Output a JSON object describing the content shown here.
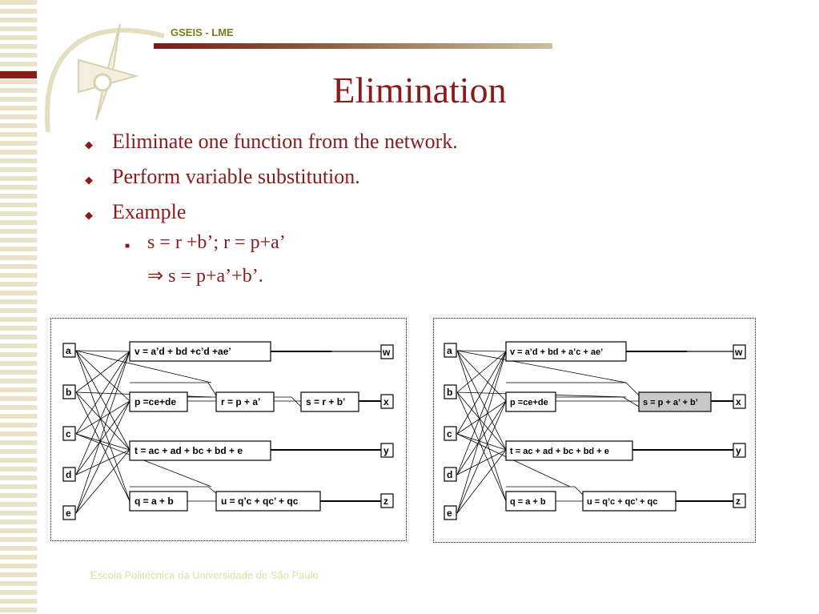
{
  "header": {
    "label": "GSEIS - LME"
  },
  "title": "Elimination",
  "bullets": [
    "Eliminate one function from the network.",
    "Perform variable substitution.",
    "Example"
  ],
  "sub_bullets": [
    "s = r +b’; r = p+a’",
    "⇒ s = p+a’+b’."
  ],
  "diagram_left": {
    "inputs": [
      "a",
      "b",
      "c",
      "d",
      "e"
    ],
    "outputs": [
      "w",
      "x",
      "y",
      "z"
    ],
    "nodes": [
      "v = a’d + bd +c’d +ae’",
      "p =ce+de",
      "r = p + a’",
      "s = r + b’",
      "t = ac + ad + bc + bd + e",
      "q = a + b",
      "u = q’c + qc’ + qc"
    ]
  },
  "diagram_right": {
    "inputs": [
      "a",
      "b",
      "c",
      "d",
      "e"
    ],
    "outputs": [
      "w",
      "x",
      "y",
      "z"
    ],
    "nodes": [
      "v = a’d + bd + a’c + ae’",
      "p =ce+de",
      "s = p + a’ + b’",
      "t = ac + ad + bc + bd + e",
      "q = a + b",
      "u = q’c + qc’ + qc"
    ]
  },
  "footer": "Escola Politécnica da Universidade de São Paulo"
}
